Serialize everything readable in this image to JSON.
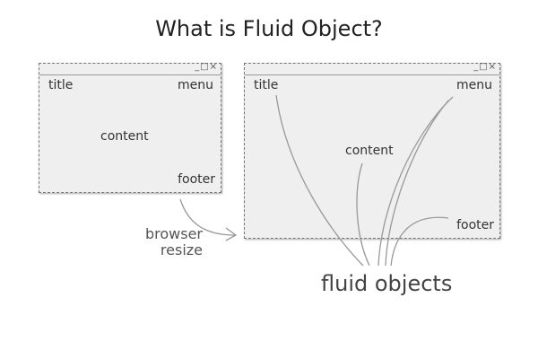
{
  "heading": "What is Fluid Object?",
  "small_window": {
    "controls": "_□×",
    "title": "title",
    "menu": "menu",
    "content": "content",
    "footer": "footer"
  },
  "large_window": {
    "controls": "_□×",
    "title": "title",
    "menu": "menu",
    "content": "content",
    "footer": "footer"
  },
  "arrow_label": {
    "line1": "browser",
    "line2": "resize"
  },
  "caption": "fluid objects"
}
